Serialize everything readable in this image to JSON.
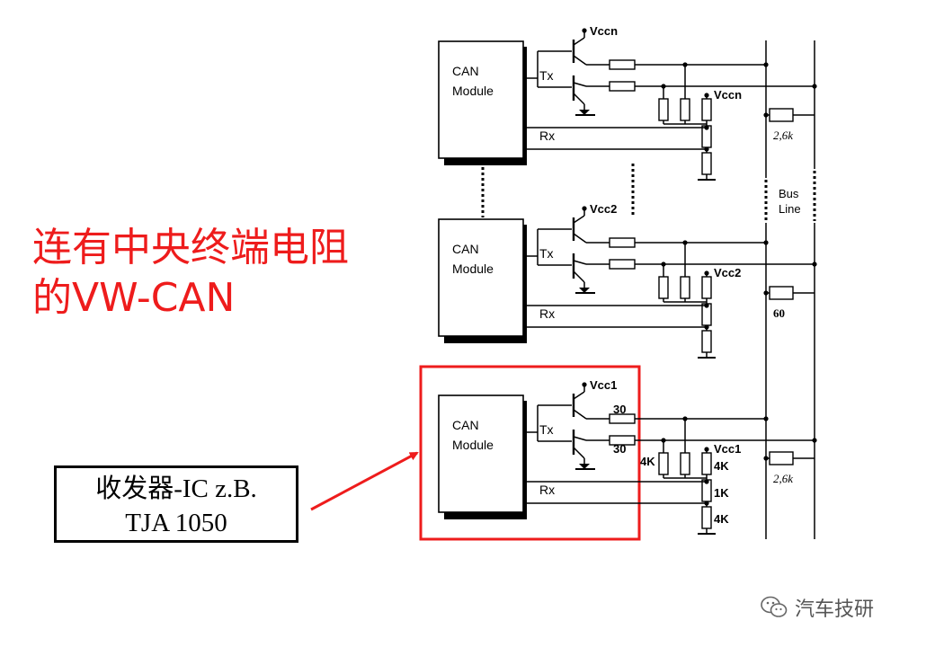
{
  "title": {
    "line1": "连有中央终端电阻",
    "line2": "的VW-CAN"
  },
  "transceiver_box": {
    "line1": "收发器-IC z.B.",
    "line2": "TJA 1050"
  },
  "nodes": [
    {
      "module_line1": "CAN",
      "module_line2": "Module",
      "tx": "Tx",
      "rx": "Rx",
      "vcc_top": "Vccn",
      "vcc_mid": "Vccn",
      "tx_res": "",
      "rx_res": "",
      "res_left": "",
      "res_1": "",
      "res_2": "",
      "res_3": ""
    },
    {
      "module_line1": "CAN",
      "module_line2": "Module",
      "tx": "Tx",
      "rx": "Rx",
      "vcc_top": "Vcc2",
      "vcc_mid": "Vcc2",
      "tx_res": "",
      "rx_res": "",
      "res_left": "",
      "res_1": "",
      "res_2": "",
      "res_3": ""
    },
    {
      "module_line1": "CAN",
      "module_line2": "Module",
      "tx": "Tx",
      "rx": "Rx",
      "vcc_top": "Vcc1",
      "vcc_mid": "Vcc1",
      "tx_res": "30",
      "rx_res": "30",
      "res_left": "4K",
      "res_1": "4K",
      "res_2": "1K",
      "res_3": "4K"
    }
  ],
  "bus": {
    "label_line1": "Bus",
    "label_line2": "Line",
    "term_top": "2,6k",
    "term_mid": "60",
    "term_bot": "2,6k"
  },
  "watermark": {
    "text": "汽车技研",
    "icon": "wechat-icon"
  },
  "colors": {
    "highlight": "#ee1c1c",
    "ink": "#000000"
  }
}
